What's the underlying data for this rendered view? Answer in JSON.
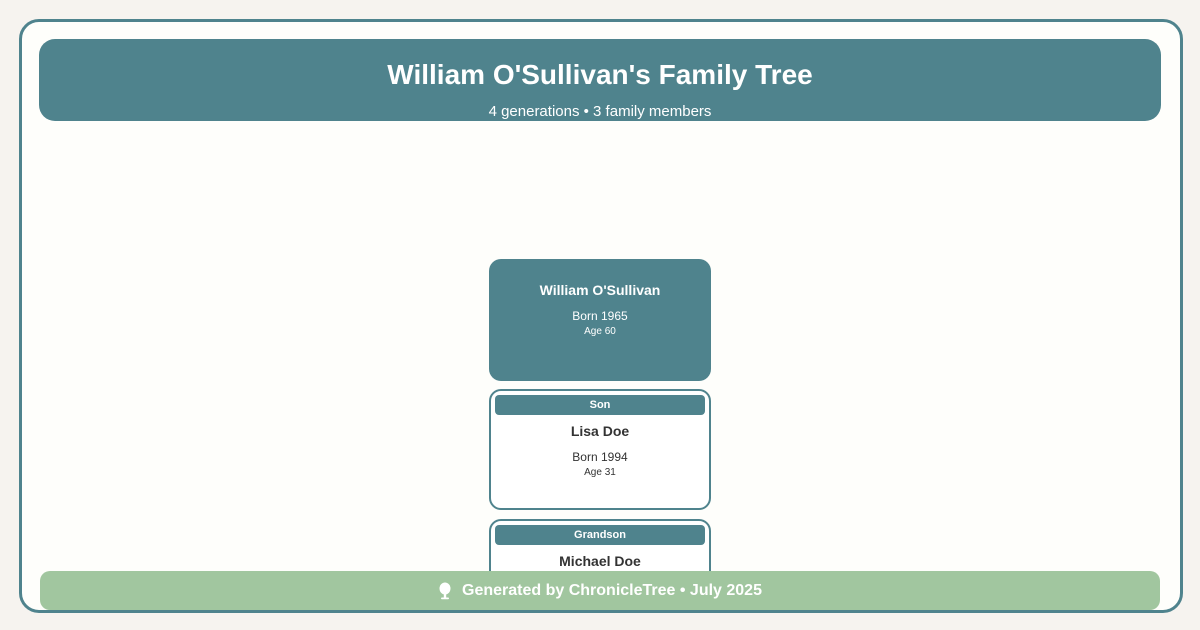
{
  "header": {
    "title": "William O'Sullivan's Family Tree",
    "subtitle": "4 generations • 3 family members"
  },
  "root": {
    "name": "William O'Sullivan",
    "born": "Born 1965",
    "age": "Age 60"
  },
  "members": [
    {
      "relation": "Son",
      "name": "Lisa Doe",
      "born": "Born 1994",
      "age": "Age 31"
    },
    {
      "relation": "Grandson",
      "name": "Michael Doe"
    }
  ],
  "footer": {
    "icon": "tree-icon",
    "text": "Generated by ChronicleTree • July 2025"
  },
  "colors": {
    "primary": "#4f838d",
    "footer": "#a1c69f",
    "page_background": "#f6f3ef"
  }
}
